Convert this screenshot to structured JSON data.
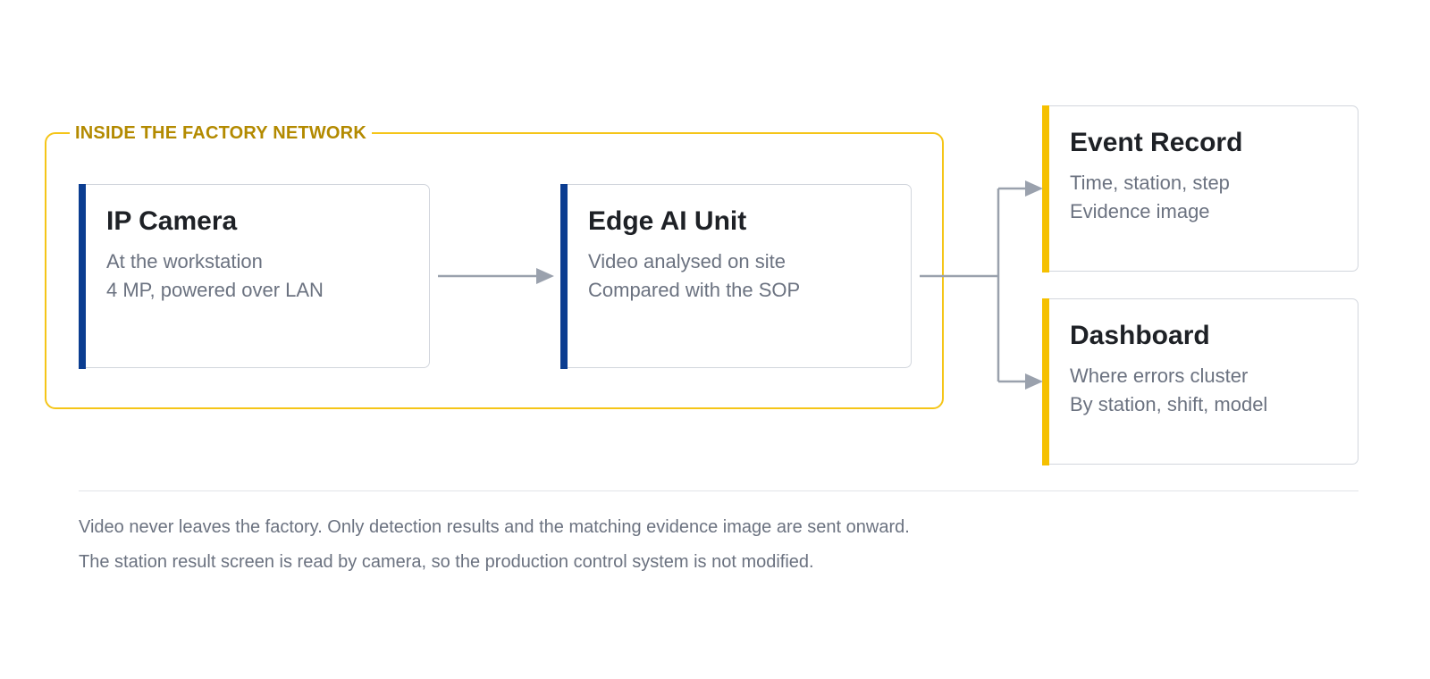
{
  "network": {
    "label": "INSIDE THE FACTORY NETWORK"
  },
  "colors": {
    "network_border": "#F5C518",
    "network_label": "#B38A00",
    "inside_accent": "#0B3D91",
    "output_accent": "#F5C000",
    "connector": "#9AA1AD",
    "title_text": "#1E2126",
    "body_text": "#6B7280"
  },
  "nodes": {
    "camera": {
      "title": "IP Camera",
      "lines": [
        "At the workstation",
        "4 MP, powered over LAN"
      ]
    },
    "edge": {
      "title": "Edge AI Unit",
      "lines": [
        "Video analysed on site",
        "Compared with the SOP"
      ]
    },
    "event_record": {
      "title": "Event Record",
      "lines": [
        "Time, station, step",
        "Evidence image"
      ]
    },
    "dashboard": {
      "title": "Dashboard",
      "lines": [
        "Where errors cluster",
        "By station, shift, model"
      ]
    }
  },
  "edges": [
    {
      "from": "camera",
      "to": "edge"
    },
    {
      "from": "edge",
      "to": "event_record"
    },
    {
      "from": "edge",
      "to": "dashboard"
    }
  ],
  "footnotes": [
    "Video never leaves the factory. Only detection results and the matching evidence image are sent onward.",
    "The station result screen is read by camera, so the production control system is not modified."
  ]
}
